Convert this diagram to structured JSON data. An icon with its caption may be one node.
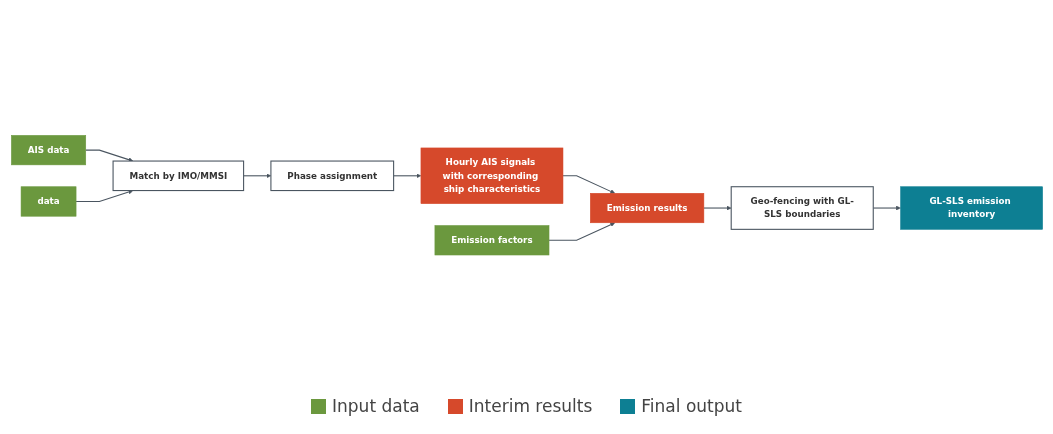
{
  "diagram": {
    "nodes": [
      {
        "text": [
          "AIS data"
        ]
      },
      {
        "text": [
          "data"
        ]
      },
      {
        "text": [
          "Match by IMO/MMSI"
        ]
      },
      {
        "text": [
          "Phase assignment"
        ]
      },
      {
        "text": [
          "Emission factors"
        ]
      },
      {
        "text": [
          "Hourly AIS signals with corresponding ship characteristics"
        ]
      },
      {
        "text": [
          "Emission results"
        ]
      },
      {
        "text": [
          "Geo-fencing with GL-SLS boundaries"
        ]
      },
      {
        "text": [
          "GL-SLS emission inventory"
        ]
      }
    ],
    "edges": [
      {
        "from": 0,
        "to": 2,
        "arrow": "to"
      },
      {
        "from": 1,
        "to": 2,
        "arrow": "to"
      },
      {
        "from": 2,
        "to": 3,
        "arrow": "to"
      },
      {
        "from": 3,
        "to": 5,
        "arrow": "to"
      },
      {
        "from": 5,
        "to": 6,
        "arrow": "to"
      },
      {
        "from": 4,
        "to": 6,
        "arrow": "to"
      },
      {
        "from": 6,
        "to": 7,
        "arrow": "to"
      },
      {
        "from": 7,
        "to": 8,
        "arrow": "to"
      }
    ],
    "legend": [
      {
        "text": "Input data",
        "color": "#6b983e"
      },
      {
        "text": "Interim results",
        "color": "#d6492b"
      },
      {
        "text": "Final output",
        "color": "#0d7f93"
      }
    ]
  }
}
